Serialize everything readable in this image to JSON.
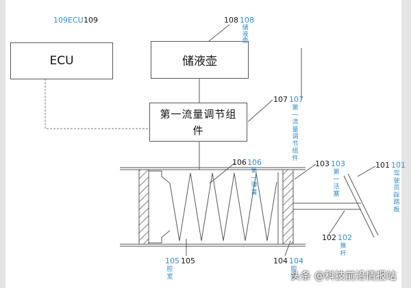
{
  "boxes": {
    "ecu": "ECU",
    "reservoir": "储液壶",
    "flow_assembly": "第一流量调节组件"
  },
  "labels": {
    "l109": {
      "num": "109",
      "blue": "109ECU"
    },
    "l108": {
      "num": "108",
      "blue": "108",
      "vert": "储液壶"
    },
    "l107": {
      "num": "107",
      "blue": "107",
      "vert": "第一流量调节组件"
    },
    "l106": {
      "num": "106",
      "blue": "106",
      "vert": "第一弹簧"
    },
    "l103": {
      "num": "103",
      "blue": "103",
      "vert": "第一活塞"
    },
    "l101": {
      "num": "101",
      "blue": "101",
      "vert": "驾驶员踩踏板"
    },
    "l102": {
      "num": "102",
      "blue": "102",
      "vert": "推杆"
    },
    "l105": {
      "num": "105",
      "blue": "105",
      "vert": "腔室"
    },
    "l104": {
      "num": "104",
      "blue": "104",
      "vert": "腔室"
    }
  },
  "watermark": "头条 @科技前沿情报站",
  "colors": {
    "line": "#555555",
    "blue_label": "#2f8ccf"
  }
}
